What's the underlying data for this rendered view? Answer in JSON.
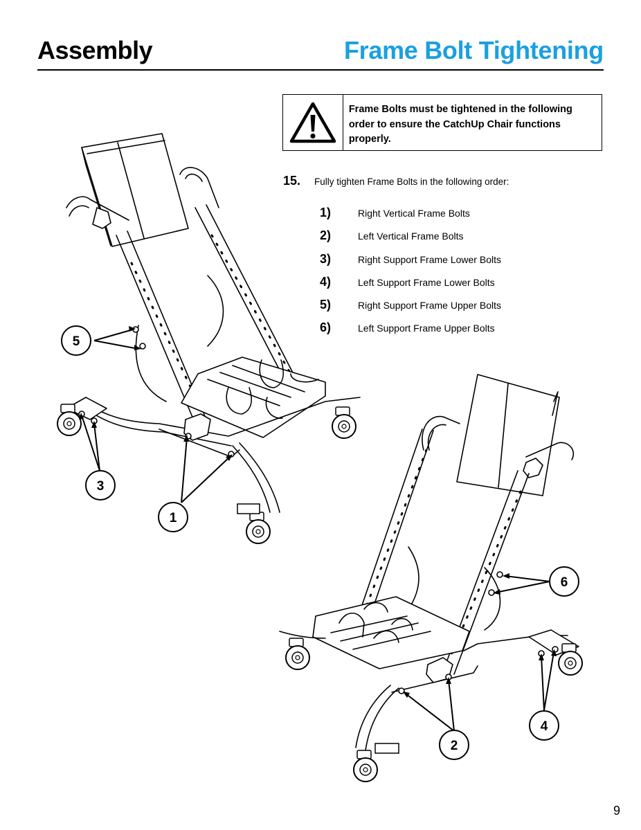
{
  "header": {
    "section_title": "Assembly",
    "page_title": "Frame Bolt Tightening",
    "title_color": "#1aa0e0"
  },
  "warning": {
    "icon": "warning-triangle-icon",
    "text": "Frame Bolts must be tightened in the following order to ensure the CatchUp Chair functions properly."
  },
  "step": {
    "number": "15.",
    "text": "Fully tighten Frame Bolts in the following order:"
  },
  "order": [
    {
      "num": "1)",
      "label": "Right Vertical Frame Bolts"
    },
    {
      "num": "2)",
      "label": "Left Vertical Frame Bolts"
    },
    {
      "num": "3)",
      "label": "Right Support Frame Lower Bolts"
    },
    {
      "num": "4)",
      "label": "Left Support Frame Lower Bolts"
    },
    {
      "num": "5)",
      "label": "Right Support Frame Upper Bolts"
    },
    {
      "num": "6)",
      "label": "Left Support Frame Upper Bolts"
    }
  ],
  "callouts": {
    "c1": "1",
    "c2": "2",
    "c3": "3",
    "c4": "4",
    "c5": "5",
    "c6": "6"
  },
  "page_number": "9"
}
